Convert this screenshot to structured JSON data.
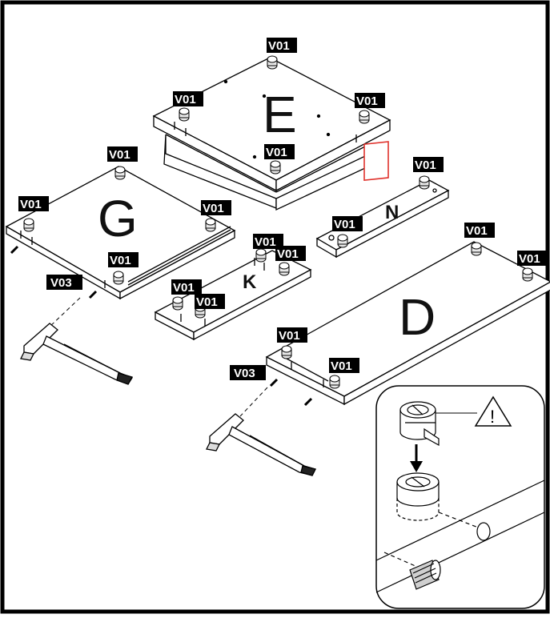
{
  "panels": {
    "E": "E",
    "G": "G",
    "N": "N",
    "K": "K",
    "D": "D"
  },
  "tags": {
    "v01": "V01",
    "v03": "V03"
  },
  "warning_symbol": "!",
  "colors": {
    "outline": "#000000",
    "tag_background": "#000000",
    "tag_text": "#ffffff",
    "highlight": "#e0322c"
  },
  "icons": [
    "hammer-icon",
    "warning-triangle-icon",
    "cam-lock-fitting-icon",
    "cam-dowel-icon"
  ]
}
